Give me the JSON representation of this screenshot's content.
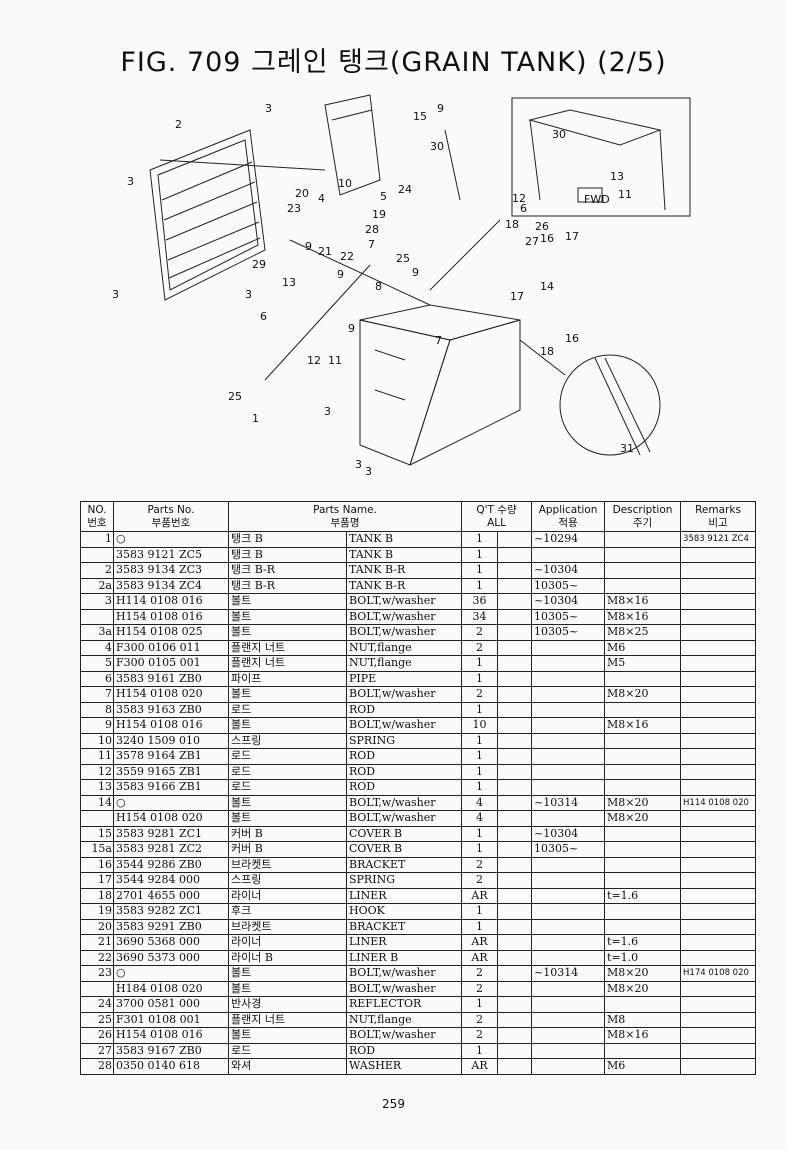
{
  "title": "FIG. 709 그레인 탱크(GRAIN TANK) (2/5)",
  "page_number": "259",
  "diagram": {
    "callouts": [
      "2",
      "3",
      "3",
      "3",
      "3",
      "15",
      "9",
      "30",
      "10",
      "5",
      "24",
      "20",
      "23",
      "4",
      "19",
      "28",
      "9",
      "21",
      "22",
      "7",
      "29",
      "25",
      "13",
      "9",
      "8",
      "9",
      "6",
      "9",
      "11",
      "12",
      "7",
      "25",
      "1",
      "3",
      "3",
      "3",
      "26",
      "27",
      "18",
      "16",
      "17",
      "14",
      "17",
      "16",
      "18",
      "30",
      "12",
      "6",
      "13",
      "11",
      "FWD",
      "31"
    ]
  },
  "table": {
    "headers": {
      "no": [
        "NO.",
        "번호"
      ],
      "parts_no": [
        "Parts No.",
        "부품번호"
      ],
      "parts_name": [
        "Parts Name.",
        "부품명"
      ],
      "qty": [
        "Q'T 수량",
        "ALL"
      ],
      "application": [
        "Application",
        "적용"
      ],
      "description": [
        "Description",
        "주기"
      ],
      "remarks": [
        "Remarks",
        "비고"
      ]
    },
    "rows": [
      {
        "no": "1",
        "part": "○",
        "kr": "탱크 B",
        "en": "TANK B",
        "qty": "1",
        "app": "~10294",
        "desc": "",
        "rem": "3583 9121 ZC4"
      },
      {
        "no": "",
        "part": "3583 9121 ZC5",
        "kr": "탱크 B",
        "en": "TANK B",
        "qty": "1",
        "app": "",
        "desc": "",
        "rem": ""
      },
      {
        "no": "2",
        "part": "3583 9134 ZC3",
        "kr": "탱크 B-R",
        "en": "TANK B-R",
        "qty": "1",
        "app": "~10304",
        "desc": "",
        "rem": ""
      },
      {
        "no": "2a",
        "part": "3583 9134 ZC4",
        "kr": "탱크 B-R",
        "en": "TANK B-R",
        "qty": "1",
        "app": "10305~",
        "desc": "",
        "rem": ""
      },
      {
        "no": "3",
        "part": "H114 0108 016",
        "kr": "볼트",
        "en": "BOLT,w/washer",
        "qty": "36",
        "app": "~10304",
        "desc": "M8×16",
        "rem": ""
      },
      {
        "no": "",
        "part": "H154 0108 016",
        "kr": "볼트",
        "en": "BOLT,w/washer",
        "qty": "34",
        "app": "10305~",
        "desc": "M8×16",
        "rem": ""
      },
      {
        "no": "3a",
        "part": "H154 0108 025",
        "kr": "볼트",
        "en": "BOLT,w/washer",
        "qty": "2",
        "app": "10305~",
        "desc": "M8×25",
        "rem": ""
      },
      {
        "no": "4",
        "part": "F300 0106 011",
        "kr": "플랜지 너트",
        "en": "NUT,flange",
        "qty": "2",
        "app": "",
        "desc": "M6",
        "rem": ""
      },
      {
        "no": "5",
        "part": "F300 0105 001",
        "kr": "플랜지 너트",
        "en": "NUT,flange",
        "qty": "1",
        "app": "",
        "desc": "M5",
        "rem": ""
      },
      {
        "no": "6",
        "part": "3583 9161 ZB0",
        "kr": "파이프",
        "en": "PIPE",
        "qty": "1",
        "app": "",
        "desc": "",
        "rem": ""
      },
      {
        "no": "7",
        "part": "H154 0108 020",
        "kr": "볼트",
        "en": "BOLT,w/washer",
        "qty": "2",
        "app": "",
        "desc": "M8×20",
        "rem": ""
      },
      {
        "no": "8",
        "part": "3583 9163 ZB0",
        "kr": "로드",
        "en": "ROD",
        "qty": "1",
        "app": "",
        "desc": "",
        "rem": ""
      },
      {
        "no": "9",
        "part": "H154 0108 016",
        "kr": "볼트",
        "en": "BOLT,w/washer",
        "qty": "10",
        "app": "",
        "desc": "M8×16",
        "rem": ""
      },
      {
        "no": "10",
        "part": "3240 1509 010",
        "kr": "스프링",
        "en": "SPRING",
        "qty": "1",
        "app": "",
        "desc": "",
        "rem": ""
      },
      {
        "no": "11",
        "part": "3578 9164 ZB1",
        "kr": "로드",
        "en": "ROD",
        "qty": "1",
        "app": "",
        "desc": "",
        "rem": ""
      },
      {
        "no": "12",
        "part": "3559 9165 ZB1",
        "kr": "로드",
        "en": "ROD",
        "qty": "1",
        "app": "",
        "desc": "",
        "rem": ""
      },
      {
        "no": "13",
        "part": "3583 9166 ZB1",
        "kr": "로드",
        "en": "ROD",
        "qty": "1",
        "app": "",
        "desc": "",
        "rem": ""
      },
      {
        "no": "14",
        "part": "○",
        "kr": "볼트",
        "en": "BOLT,w/washer",
        "qty": "4",
        "app": "~10314",
        "desc": "M8×20",
        "rem": "H114 0108 020"
      },
      {
        "no": "",
        "part": "H154 0108 020",
        "kr": "볼트",
        "en": "BOLT,w/washer",
        "qty": "4",
        "app": "",
        "desc": "M8×20",
        "rem": ""
      },
      {
        "no": "15",
        "part": "3583 9281 ZC1",
        "kr": "커버 B",
        "en": "COVER B",
        "qty": "1",
        "app": "~10304",
        "desc": "",
        "rem": ""
      },
      {
        "no": "15a",
        "part": "3583 9281 ZC2",
        "kr": "커버 B",
        "en": "COVER B",
        "qty": "1",
        "app": "10305~",
        "desc": "",
        "rem": ""
      },
      {
        "no": "16",
        "part": "3544 9286 ZB0",
        "kr": "브라켓트",
        "en": "BRACKET",
        "qty": "2",
        "app": "",
        "desc": "",
        "rem": ""
      },
      {
        "no": "17",
        "part": "3544 9284 000",
        "kr": "스프링",
        "en": "SPRING",
        "qty": "2",
        "app": "",
        "desc": "",
        "rem": ""
      },
      {
        "no": "18",
        "part": "2701 4655 000",
        "kr": "라이너",
        "en": "LINER",
        "qty": "AR",
        "app": "",
        "desc": "t=1.6",
        "rem": ""
      },
      {
        "no": "19",
        "part": "3583 9282 ZC1",
        "kr": "후크",
        "en": "HOOK",
        "qty": "1",
        "app": "",
        "desc": "",
        "rem": ""
      },
      {
        "no": "20",
        "part": "3583 9291 ZB0",
        "kr": "브라켓트",
        "en": "BRACKET",
        "qty": "1",
        "app": "",
        "desc": "",
        "rem": ""
      },
      {
        "no": "21",
        "part": "3690 5368 000",
        "kr": "라이너",
        "en": "LINER",
        "qty": "AR",
        "app": "",
        "desc": "t=1.6",
        "rem": ""
      },
      {
        "no": "22",
        "part": "3690 5373 000",
        "kr": "라이너 B",
        "en": "LINER B",
        "qty": "AR",
        "app": "",
        "desc": "t=1.0",
        "rem": ""
      },
      {
        "no": "23",
        "part": "○",
        "kr": "볼트",
        "en": "BOLT,w/washer",
        "qty": "2",
        "app": "~10314",
        "desc": "M8×20",
        "rem": "H174 0108 020"
      },
      {
        "no": "",
        "part": "H184 0108 020",
        "kr": "볼트",
        "en": "BOLT,w/washer",
        "qty": "2",
        "app": "",
        "desc": "M8×20",
        "rem": ""
      },
      {
        "no": "24",
        "part": "3700 0581 000",
        "kr": "반사경",
        "en": "REFLECTOR",
        "qty": "1",
        "app": "",
        "desc": "",
        "rem": ""
      },
      {
        "no": "25",
        "part": "F301 0108 001",
        "kr": "플랜지 너트",
        "en": "NUT,flange",
        "qty": "2",
        "app": "",
        "desc": "M8",
        "rem": ""
      },
      {
        "no": "26",
        "part": "H154 0108 016",
        "kr": "볼트",
        "en": "BOLT,w/washer",
        "qty": "2",
        "app": "",
        "desc": "M8×16",
        "rem": ""
      },
      {
        "no": "27",
        "part": "3583 9167 ZB0",
        "kr": "로드",
        "en": "ROD",
        "qty": "1",
        "app": "",
        "desc": "",
        "rem": ""
      },
      {
        "no": "28",
        "part": "0350 0140 618",
        "kr": "와셔",
        "en": "WASHER",
        "qty": "AR",
        "app": "",
        "desc": "M6",
        "rem": ""
      }
    ]
  }
}
